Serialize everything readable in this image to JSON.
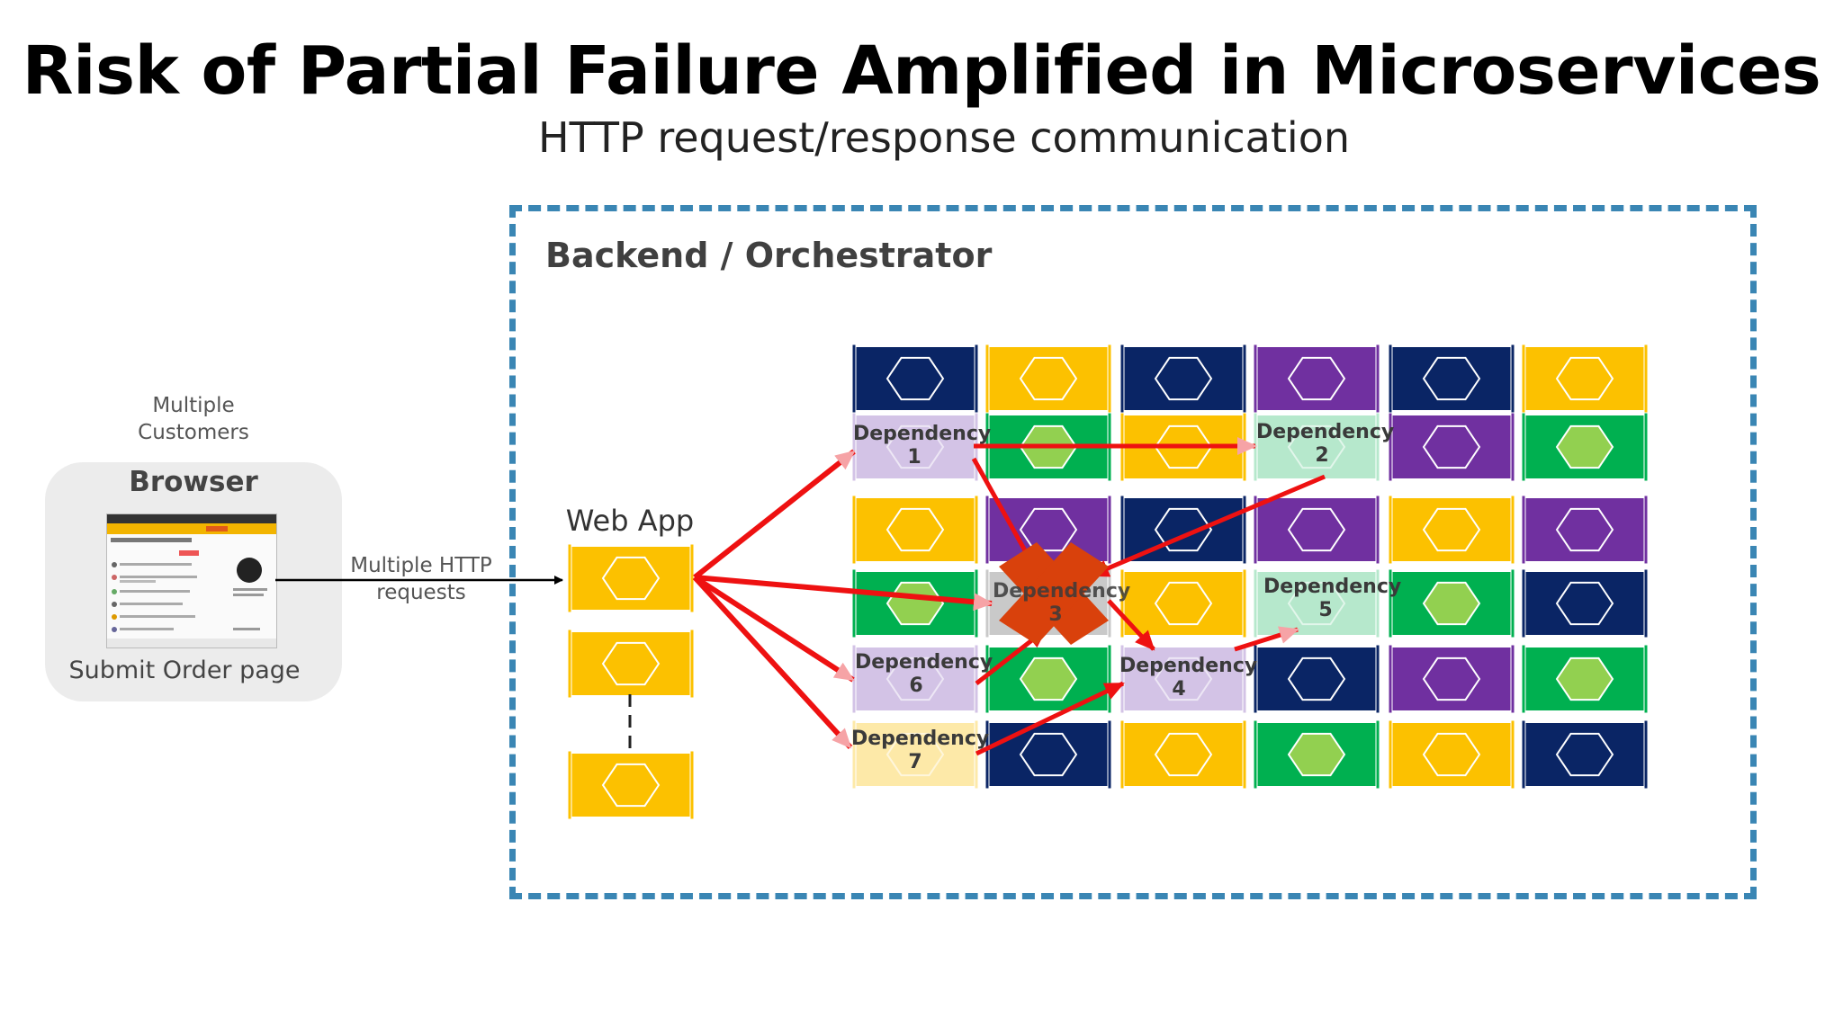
{
  "title": "Risk of Partial Failure Amplified in Microservices",
  "subtitle": "HTTP request/response communication",
  "backend_label": "Backend / Orchestrator",
  "customers_label": "Multiple Customers",
  "browser": {
    "label": "Browser",
    "page_label": "Submit Order page"
  },
  "requests_label": "Multiple HTTP requests",
  "webapp_label": "Web App",
  "dependencies": {
    "dep1": "Dependency 1",
    "dep2": "Dependency 2",
    "dep3": "Dependency 3",
    "dep4": "Dependency 4",
    "dep5": "Dependency 5",
    "dep6": "Dependency 6",
    "dep7": "Dependency 7"
  },
  "colors": {
    "yellow": "#fcc100",
    "navy": "#0a2565",
    "purple": "#7030a0",
    "green": "#00b050",
    "light_green_hex": "#92d050",
    "arrow_red": "#ee1111",
    "failure_x": "#d9410c",
    "dashed_border": "#3a86b4"
  },
  "grid": {
    "rows": [
      [
        "navy",
        "yellow",
        "navy",
        "purple",
        "navy",
        "yellow"
      ],
      [
        "purple",
        "green",
        "yellow",
        "green",
        "purple",
        "green"
      ],
      [
        "yellow",
        "purple",
        "navy",
        "purple",
        "yellow",
        "purple"
      ],
      [
        "green",
        "navy",
        "yellow",
        "green",
        "green",
        "navy"
      ],
      [
        "purple",
        "green",
        "purple",
        "navy",
        "purple",
        "green"
      ],
      [
        "yellow",
        "navy",
        "yellow",
        "green",
        "yellow",
        "navy"
      ]
    ]
  }
}
